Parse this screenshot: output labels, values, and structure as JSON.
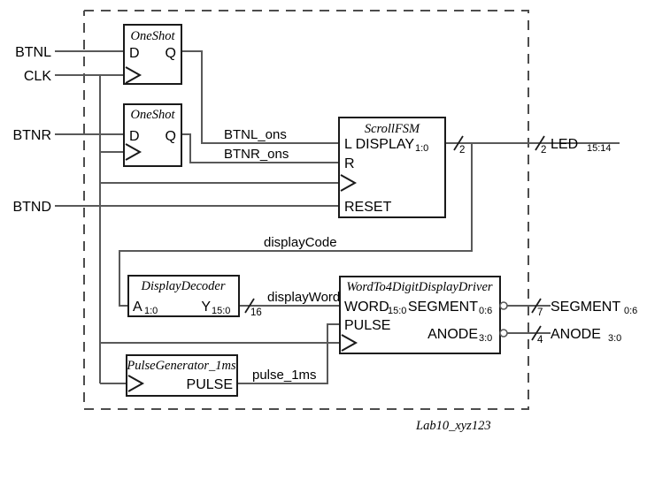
{
  "diagram": {
    "top_module_label": "Lab10_xyz123",
    "colors": {
      "wire": "#595959",
      "block_outline": "#1a1a1a",
      "boundary": "#4d4d4d",
      "text": "#000000",
      "background": "#ffffff"
    },
    "inputs": [
      {
        "name": "BTNL",
        "label": "BTNL"
      },
      {
        "name": "CLK",
        "label": "CLK"
      },
      {
        "name": "BTNR",
        "label": "BTNR"
      },
      {
        "name": "BTND",
        "label": "BTND"
      }
    ],
    "outputs": [
      {
        "name": "LED",
        "label": "LED",
        "sub": "15:14",
        "width": "2"
      },
      {
        "name": "SEGMENT",
        "label": "SEGMENT",
        "sub": "0:6",
        "width": "7"
      },
      {
        "name": "ANODE",
        "label": "ANODE",
        "sub": "3:0",
        "width": "4"
      }
    ],
    "blocks": [
      {
        "id": "oneshot_top",
        "module": "OneShot",
        "ports_in": [
          {
            "label": "D",
            "sub": ""
          },
          {
            "label": "",
            "sub": "",
            "is_clock": true
          }
        ],
        "ports_out": [
          {
            "label": "Q",
            "sub": ""
          }
        ]
      },
      {
        "id": "oneshot_bottom",
        "module": "OneShot",
        "ports_in": [
          {
            "label": "D",
            "sub": ""
          },
          {
            "label": "",
            "sub": "",
            "is_clock": true
          }
        ],
        "ports_out": [
          {
            "label": "Q",
            "sub": ""
          }
        ]
      },
      {
        "id": "scrollfsm",
        "module": "ScrollFSM",
        "ports_in": [
          {
            "label": "L",
            "sub": ""
          },
          {
            "label": "R",
            "sub": ""
          },
          {
            "label": "",
            "sub": "",
            "is_clock": true
          },
          {
            "label": "RESET",
            "sub": ""
          }
        ],
        "ports_out": [
          {
            "label": "DISPLAY",
            "sub": "1:0"
          }
        ]
      },
      {
        "id": "displaydecoder",
        "module": "DisplayDecoder",
        "ports_in": [
          {
            "label": "A",
            "sub": "1:0"
          }
        ],
        "ports_out": [
          {
            "label": "Y",
            "sub": "15:0"
          }
        ]
      },
      {
        "id": "pulsegen",
        "module": "PulseGenerator_1ms",
        "ports_in": [
          {
            "label": "",
            "sub": "",
            "is_clock": true
          }
        ],
        "ports_out": [
          {
            "label": "PULSE",
            "sub": ""
          }
        ]
      },
      {
        "id": "driver",
        "module": "WordTo4DigitDisplayDriver",
        "ports_in": [
          {
            "label": "WORD",
            "sub": "15:0"
          },
          {
            "label": "PULSE",
            "sub": ""
          },
          {
            "label": "",
            "sub": "",
            "is_clock": true
          }
        ],
        "ports_out": [
          {
            "label": "SEGMENT",
            "sub": "0:6"
          },
          {
            "label": "ANODE",
            "sub": "3:0"
          }
        ]
      }
    ],
    "signals": [
      {
        "name": "btnl_ons",
        "label": "BTNL_ons"
      },
      {
        "name": "btnr_ons",
        "label": "BTNR_ons"
      },
      {
        "name": "displaycode",
        "label": "displayCode"
      },
      {
        "name": "displayword",
        "label": "displayWord",
        "width": "16"
      },
      {
        "name": "pulse_1ms",
        "label": "pulse_1ms"
      }
    ],
    "bus_widths": {
      "display_out": "2",
      "led_out": "2",
      "displayword": "16",
      "segment": "7",
      "anode": "4"
    }
  }
}
